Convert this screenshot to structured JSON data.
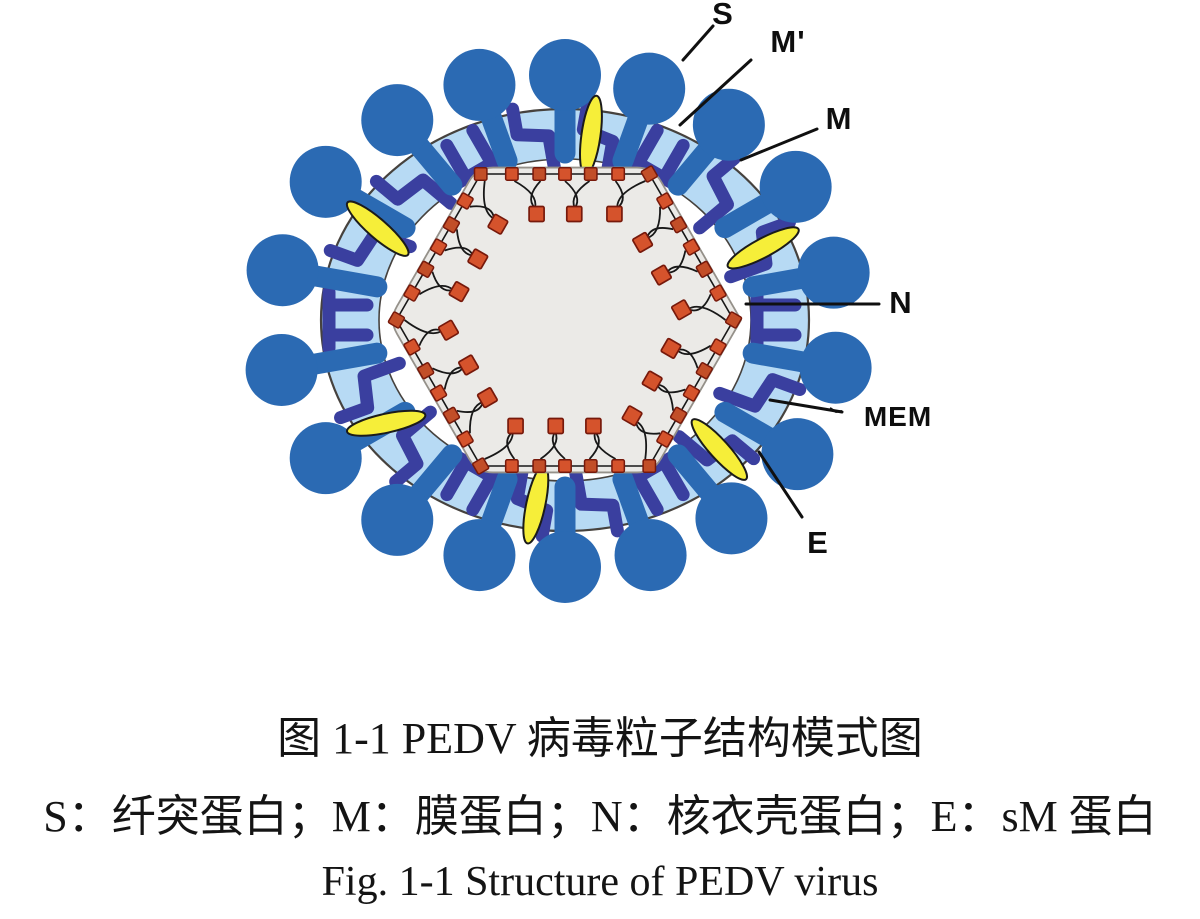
{
  "figure": {
    "title_zh": "图 1-1 PEDV 病毒粒子结构模式图",
    "legend_zh": "S：纤突蛋白；M：膜蛋白；N：核衣壳蛋白；E：sM 蛋白",
    "title_en": "Fig. 1-1 Structure of PEDV virus"
  },
  "diagram": {
    "labels": {
      "spike": "S",
      "m_prime": "M'",
      "membrane_protein": "M",
      "nucleocapsid": "N",
      "membrane": "MEM",
      "envelope": "E"
    },
    "colors": {
      "background": "#ffffff",
      "spike": "#2b6ab3",
      "membrane_band": "#b7daf4",
      "membrane_outline": "#46423e",
      "m_protein": "#3a3f9f",
      "e_protein": "#f6ee39",
      "e_outline": "#1b1b1b",
      "n_square": "#c24e28",
      "n_square_bright": "#d5532c",
      "n_square_outline": "#77190b",
      "core": "#ebeae7",
      "core_outline": "#95918a",
      "chain_line": "#181818",
      "pointer_line": "#101010",
      "label_text": "#0e0e0e"
    },
    "counts": {
      "spikes": 18,
      "m_zigzags": 12,
      "m_staples": 6,
      "e_ellipses": 6,
      "n_outer_squares": 36,
      "n_inner_squares": 18
    }
  }
}
